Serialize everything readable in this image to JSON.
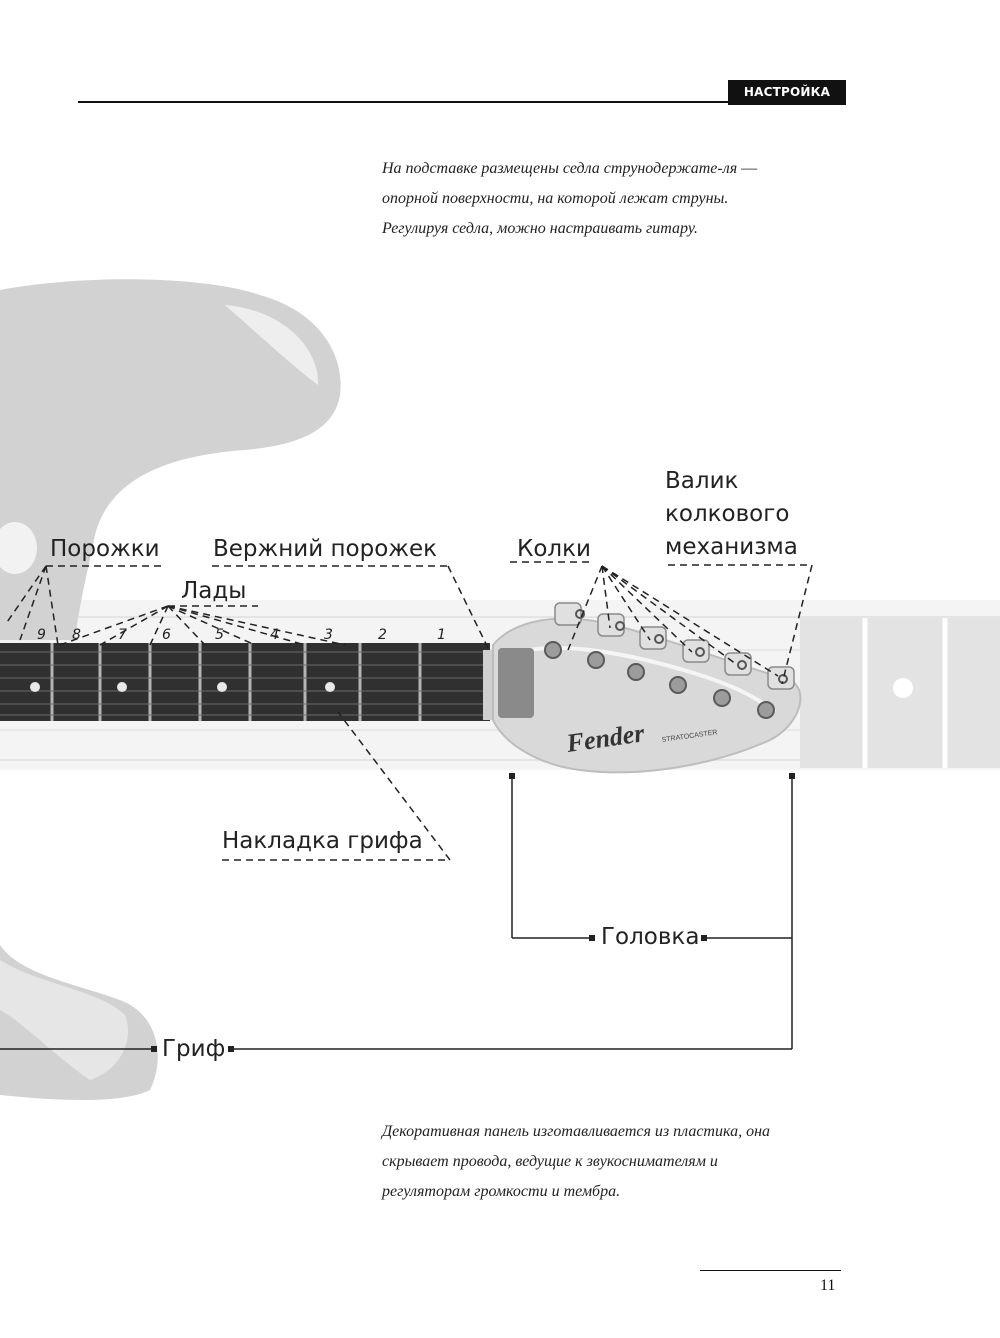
{
  "header": {
    "section_title": "НАСТРОЙКА ГИТАРЫ"
  },
  "captions": {
    "top": "На подставке размещены седла струнодержате-ля –– опорной поверхности, на которой лежат струны. Регулируя седла, можно настраивать гитару.",
    "bottom": "Декоративная панель изготавливается из пластика, она скрывает провода, ведущие к звукоснимателям и регуляторам громкости и тембра."
  },
  "labels": {
    "porozhki": "Порожки",
    "verkhniy_porozhek": "Вержний порожек",
    "lady": "Лады",
    "kolki": "Колки",
    "valik_line1": "Валик",
    "valik_line2": "колкового",
    "valik_line3": "механизма",
    "nakladka": "Накладка грифа",
    "golovka": "Головка",
    "grif": "Гриф"
  },
  "fret_numbers": [
    "9",
    "8",
    "7",
    "6",
    "5",
    "4",
    "3",
    "2",
    "1"
  ],
  "headstock_text": {
    "brand": "Fender",
    "model": "STRATOCASTER"
  },
  "footer": {
    "page_number": "11"
  }
}
